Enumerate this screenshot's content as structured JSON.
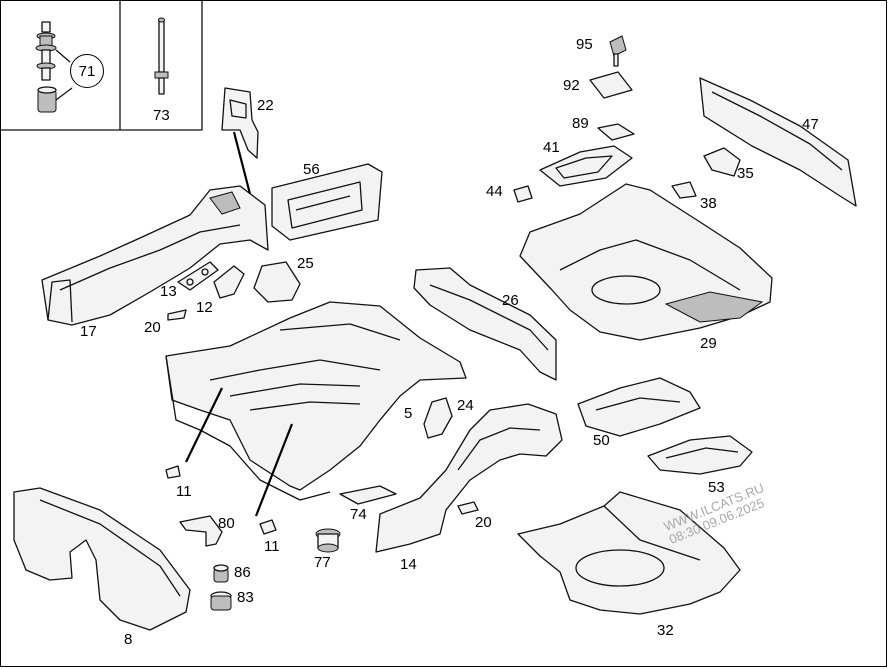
{
  "labels": {
    "p71": "71",
    "p73": "73",
    "p22": "22",
    "p56": "56",
    "p25": "25",
    "p13": "13",
    "p12": "12",
    "p20a": "20",
    "p17": "17",
    "p95": "95",
    "p92": "92",
    "p89": "89",
    "p41": "41",
    "p44": "44",
    "p47": "47",
    "p35": "35",
    "p38": "38",
    "p26": "26",
    "p29": "29",
    "p5": "5",
    "p24": "24",
    "p50": "50",
    "p53": "53",
    "p11a": "11",
    "p11b": "11",
    "p80": "80",
    "p74": "74",
    "p20b": "20",
    "p77": "77",
    "p14": "14",
    "p86": "86",
    "p83": "83",
    "p8": "8",
    "p32": "32"
  },
  "watermark": {
    "site": "WWW.ILCATS.RU",
    "timestamp": "08:30 09.06.2025"
  }
}
